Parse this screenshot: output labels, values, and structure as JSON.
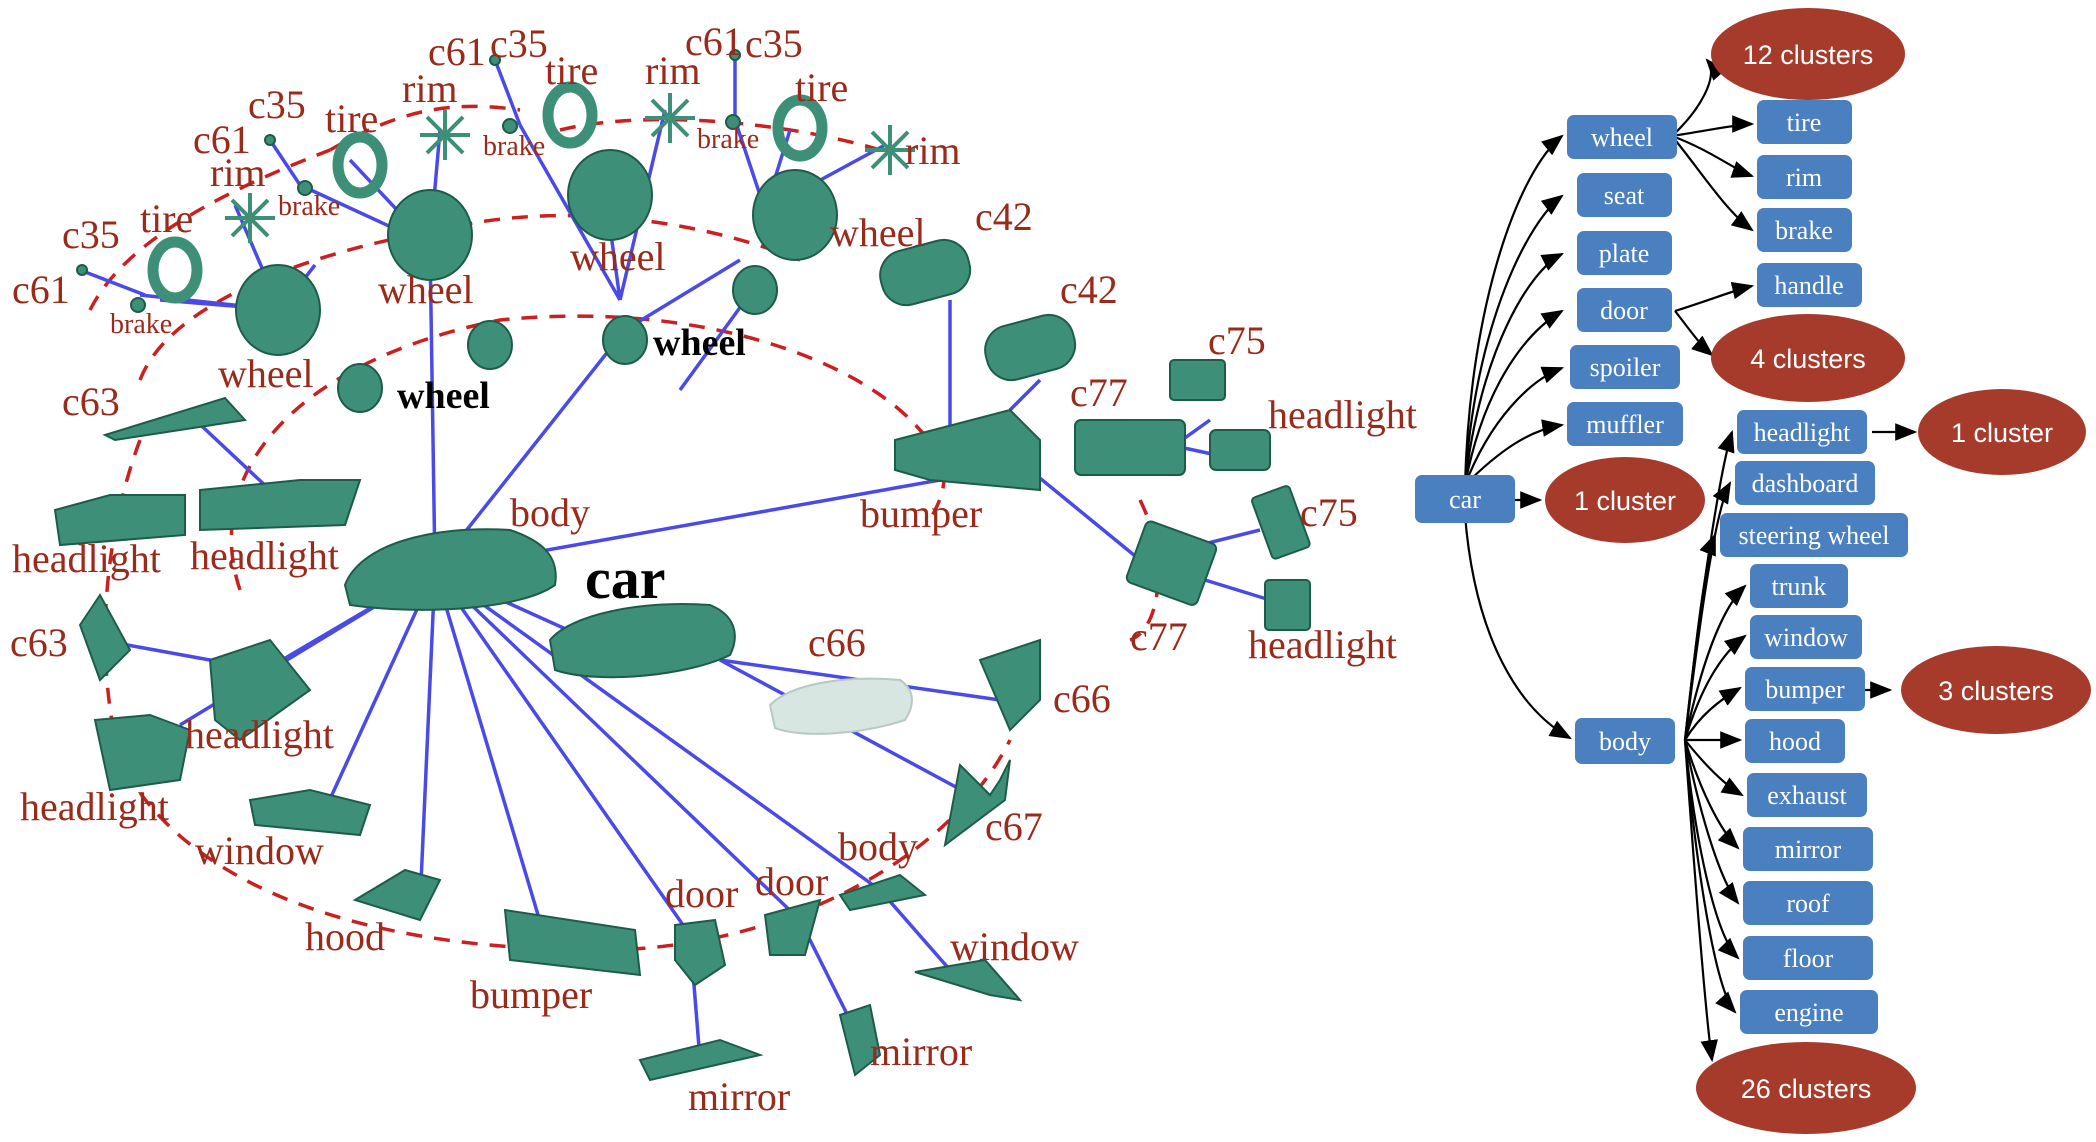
{
  "left_graph": {
    "root_label": "car",
    "labels": {
      "body": "body",
      "wheel_bold_1": "wheel",
      "wheel_bold_2": "wheel",
      "wheel_a": "wheel",
      "wheel_b": "wheel",
      "wheel_c": "wheel",
      "wheel_d": "wheel",
      "tire_a": "tire",
      "tire_b": "tire",
      "tire_c": "tire",
      "tire_d": "tire",
      "rim_a": "rim",
      "rim_b": "rim",
      "rim_c": "rim",
      "rim_d": "rim",
      "brake_a": "brake",
      "brake_b": "brake",
      "brake_c": "brake",
      "brake_d": "brake",
      "c61_a": "c61",
      "c61_b": "c61",
      "c61_c": "c61",
      "c61_d": "c61",
      "c35_a": "c35",
      "c35_b": "c35",
      "c35_c": "c35",
      "c35_d": "c35",
      "c42_a": "c42",
      "c42_b": "c42",
      "c75_a": "c75",
      "c75_b": "c75",
      "c77_a": "c77",
      "c77_b": "c77",
      "headlight_r1": "headlight",
      "headlight_r2": "headlight",
      "bumper_r": "bumper",
      "c63_a": "c63",
      "c63_b": "c63",
      "headlight_l1": "headlight",
      "headlight_l2": "headlight",
      "headlight_l3": "headlight",
      "headlight_l4": "headlight",
      "window_a": "window",
      "window_b": "window",
      "hood": "hood",
      "bumper_b": "bumper",
      "door_a": "door",
      "door_b": "door",
      "body_b": "body",
      "mirror_a": "mirror",
      "mirror_b": "mirror",
      "c66_a": "c66",
      "c66_b": "c66",
      "c67": "c67"
    }
  },
  "right_tree": {
    "root": "car",
    "level1": [
      "wheel",
      "seat",
      "plate",
      "door",
      "spoiler",
      "muffler",
      "body"
    ],
    "wheel_children": [
      "tire",
      "rim",
      "brake"
    ],
    "door_children": [
      "handle"
    ],
    "body_children": [
      "headlight",
      "dashboard",
      "steering wheel",
      "trunk",
      "window",
      "bumper",
      "hood",
      "exhaust",
      "mirror",
      "roof",
      "floor",
      "engine"
    ],
    "clusters": {
      "wheel": "12 clusters",
      "door": "4 clusters",
      "car": "1 cluster",
      "headlight": "1 cluster",
      "bumper": "3 clusters",
      "body": "26 clusters"
    }
  },
  "colors": {
    "label_red": "#9a2a1a",
    "edge_blue": "#4a4ae8",
    "ring_red": "#cc1f1f",
    "part_green": "#3e8f78",
    "node_blue": "#4a7fc0",
    "cluster_red": "#a63b2c"
  }
}
